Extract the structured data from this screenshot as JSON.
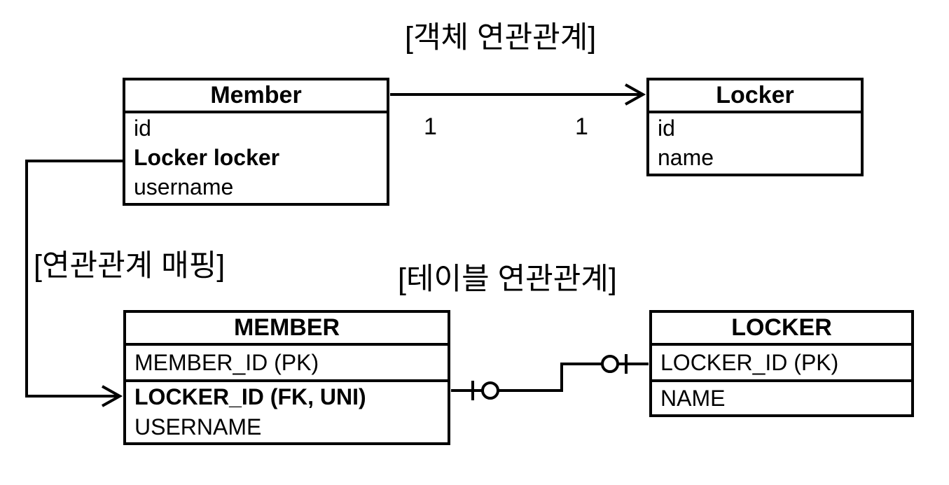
{
  "titles": {
    "object_association": "[객체 연관관계]",
    "association_mapping": "[연관관계 매핑]",
    "table_association": "[테이블 연관관계]"
  },
  "object_diagram": {
    "member_class": {
      "title": "Member",
      "fields": [
        {
          "text": "id",
          "bold": false
        },
        {
          "text": "Locker locker",
          "bold": true
        },
        {
          "text": "username",
          "bold": false
        }
      ]
    },
    "locker_class": {
      "title": "Locker",
      "fields": [
        {
          "text": "id",
          "bold": false
        },
        {
          "text": "name",
          "bold": false
        }
      ]
    },
    "association": {
      "source_multiplicity": "1",
      "target_multiplicity": "1"
    }
  },
  "table_diagram": {
    "member_table": {
      "title": "MEMBER",
      "columns": [
        {
          "text": "MEMBER_ID (PK)",
          "bold": false
        },
        {
          "text": "LOCKER_ID (FK, UNI)",
          "bold": true
        },
        {
          "text": "USERNAME",
          "bold": false
        }
      ]
    },
    "locker_table": {
      "title": "LOCKER",
      "columns": [
        {
          "text": "LOCKER_ID (PK)",
          "bold": false
        },
        {
          "text": "NAME",
          "bold": false
        }
      ]
    }
  },
  "colors": {
    "background": "#ffffff",
    "line": "#000000",
    "text": "#000000"
  }
}
